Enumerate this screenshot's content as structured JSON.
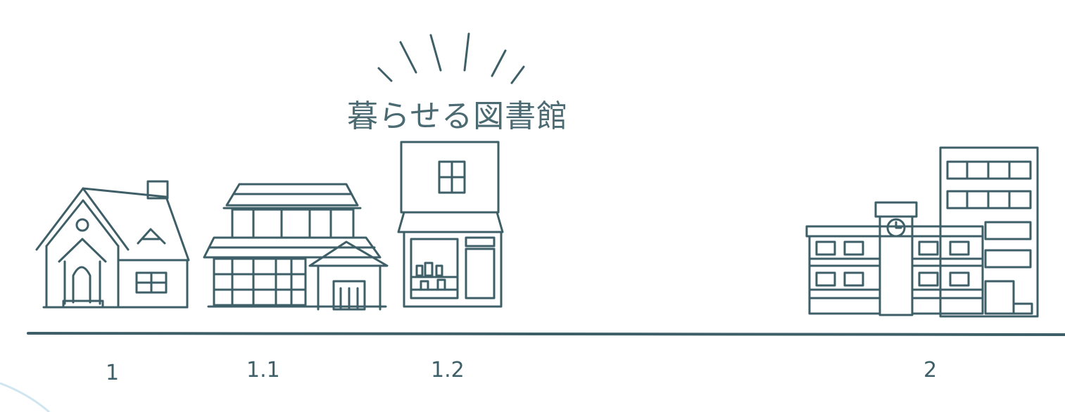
{
  "headline": "暮らせる図書館",
  "stages": [
    {
      "label": "1",
      "building": "house"
    },
    {
      "label": "1.1",
      "building": "japanese-house"
    },
    {
      "label": "1.2",
      "building": "shop-library"
    },
    {
      "label": "2",
      "building": "school-complex"
    }
  ],
  "colors": {
    "ink": "#3e5f67",
    "accent": "#cfe6f0"
  }
}
